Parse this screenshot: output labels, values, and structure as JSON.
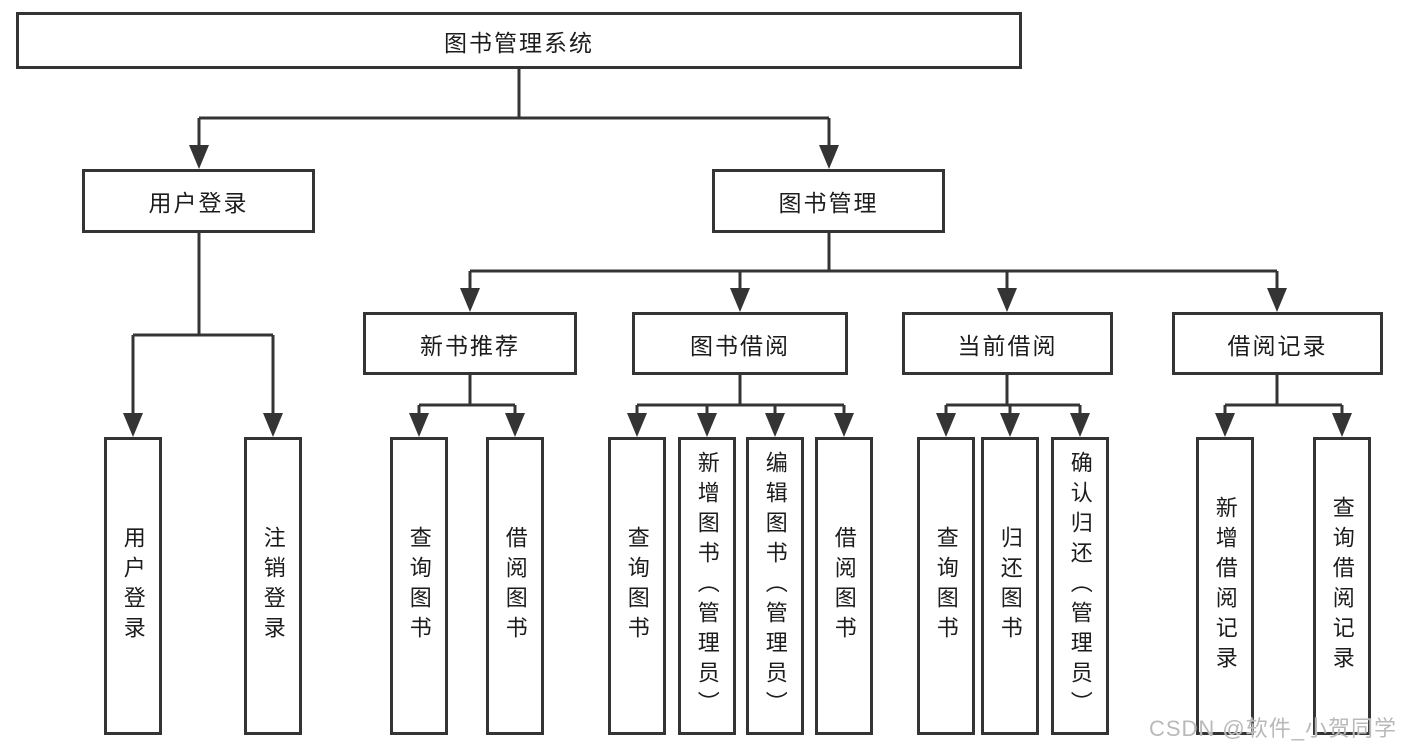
{
  "diagram_title": "图书管理系统",
  "tree": {
    "label": "图书管理系统",
    "children": [
      {
        "label": "用户登录",
        "children": [
          {
            "label": "用户登录"
          },
          {
            "label": "注销登录"
          }
        ]
      },
      {
        "label": "图书管理",
        "children": [
          {
            "label": "新书推荐",
            "children": [
              {
                "label": "查询图书"
              },
              {
                "label": "借阅图书"
              }
            ]
          },
          {
            "label": "图书借阅",
            "children": [
              {
                "label": "查询图书"
              },
              {
                "label": "新增图书（管理员）"
              },
              {
                "label": "编辑图书（管理员）"
              },
              {
                "label": "借阅图书"
              }
            ]
          },
          {
            "label": "当前借阅",
            "children": [
              {
                "label": "查询图书"
              },
              {
                "label": "归还图书"
              },
              {
                "label": "确认归还（管理员）"
              }
            ]
          },
          {
            "label": "借阅记录",
            "children": [
              {
                "label": "新增借阅记录"
              },
              {
                "label": "查询借阅记录"
              }
            ]
          }
        ]
      }
    ]
  },
  "watermark": {
    "text": "CSDN @软件_小贺同学"
  },
  "colors": {
    "line": "#343434",
    "box_border": "#343434",
    "text": "#1c1c1c",
    "background": "#ffffff",
    "watermark": "#b9b9b9"
  }
}
